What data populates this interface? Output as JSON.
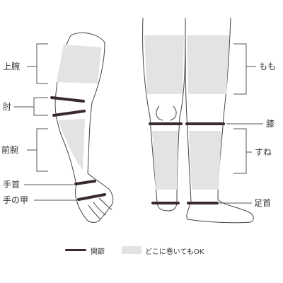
{
  "labels": {
    "upper_arm": "上腕",
    "elbow": "肘",
    "forearm": "前腕",
    "wrist": "手首",
    "back_of_hand": "手の甲",
    "thigh": "もも",
    "knee": "膝",
    "shin": "すね",
    "ankle": "足首"
  },
  "legend": {
    "joint_label": "関節",
    "free_area_label": "どこに巻いてもOK"
  },
  "colors": {
    "band": "#3a2a2c",
    "shaded": "#e3e3e3",
    "outline": "#444444",
    "bracket": "#555555"
  }
}
